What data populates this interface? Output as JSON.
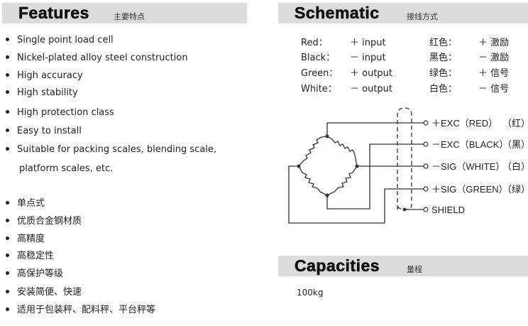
{
  "features": {
    "title": "Features",
    "subtitle": "主要特点",
    "items_en": [
      "Single point load cell",
      "Nickel-plated alloy steel construction",
      "High accuracy",
      "High stability",
      "High protection class",
      "Easy to install",
      "Suitable for packing scales, blending scale,"
    ],
    "items_en_cont": "platform scales, etc.",
    "items_cn": [
      "单点式",
      "优质合金钢材质",
      "高精度",
      "高稳定性",
      "高保护等级",
      "安装简便、快速",
      "适用于包装秤、配料秤、平台秤等"
    ]
  },
  "schematic": {
    "title": "Schematic",
    "subtitle": "接线方式",
    "legend": [
      {
        "color": "Red：",
        "func": "＋ input",
        "color_cn": "红色：",
        "func_cn": "＋ 激励"
      },
      {
        "color": "Black：",
        "func": "－ input",
        "color_cn": "黑色：",
        "func_cn": "－ 激励"
      },
      {
        "color": "Green：",
        "func": "＋ output",
        "color_cn": "绿色：",
        "func_cn": "＋ 信号"
      },
      {
        "color": "White：",
        "func": "－ output",
        "color_cn": "白色：",
        "func_cn": "－ 信号"
      }
    ],
    "terminals": [
      {
        "label": "＋EXC（RED）",
        "cn": "（红）"
      },
      {
        "label": "－EXC（BLACK）",
        "cn": "（黑）"
      },
      {
        "label": "－SIG（WHITE）",
        "cn": "（白）"
      },
      {
        "label": "＋SIG（GREEN）",
        "cn": "（绿）"
      },
      {
        "label": "SHIELD",
        "cn": ""
      }
    ]
  },
  "capacities": {
    "title": "Capacities",
    "subtitle": "量程",
    "value": "100kg"
  }
}
